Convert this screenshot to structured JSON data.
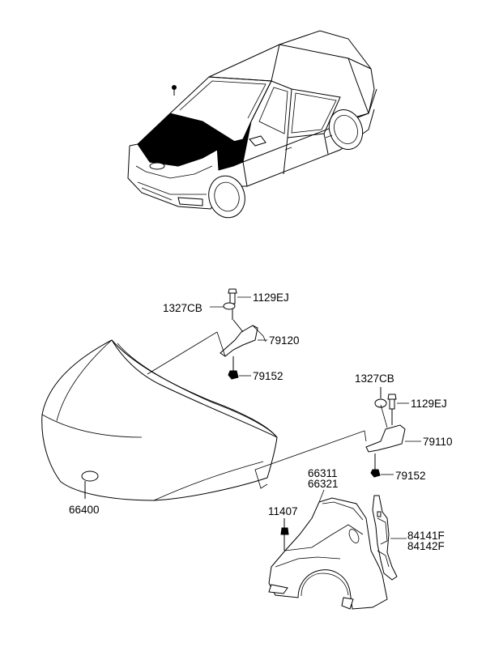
{
  "labels": {
    "hinge_bolt_left": "1129EJ",
    "washer_left": "1327CB",
    "hinge_left": "79120",
    "nut_left": "79152",
    "washer_right": "1327CB",
    "hinge_bolt_right": "1129EJ",
    "hinge_right": "79110",
    "nut_right": "79152",
    "hood": "66400",
    "fender_lh": "66311",
    "fender_rh": "66321",
    "fender_bolt": "11407",
    "insulator_lh": "84141F",
    "insulator_rh": "84142F"
  }
}
